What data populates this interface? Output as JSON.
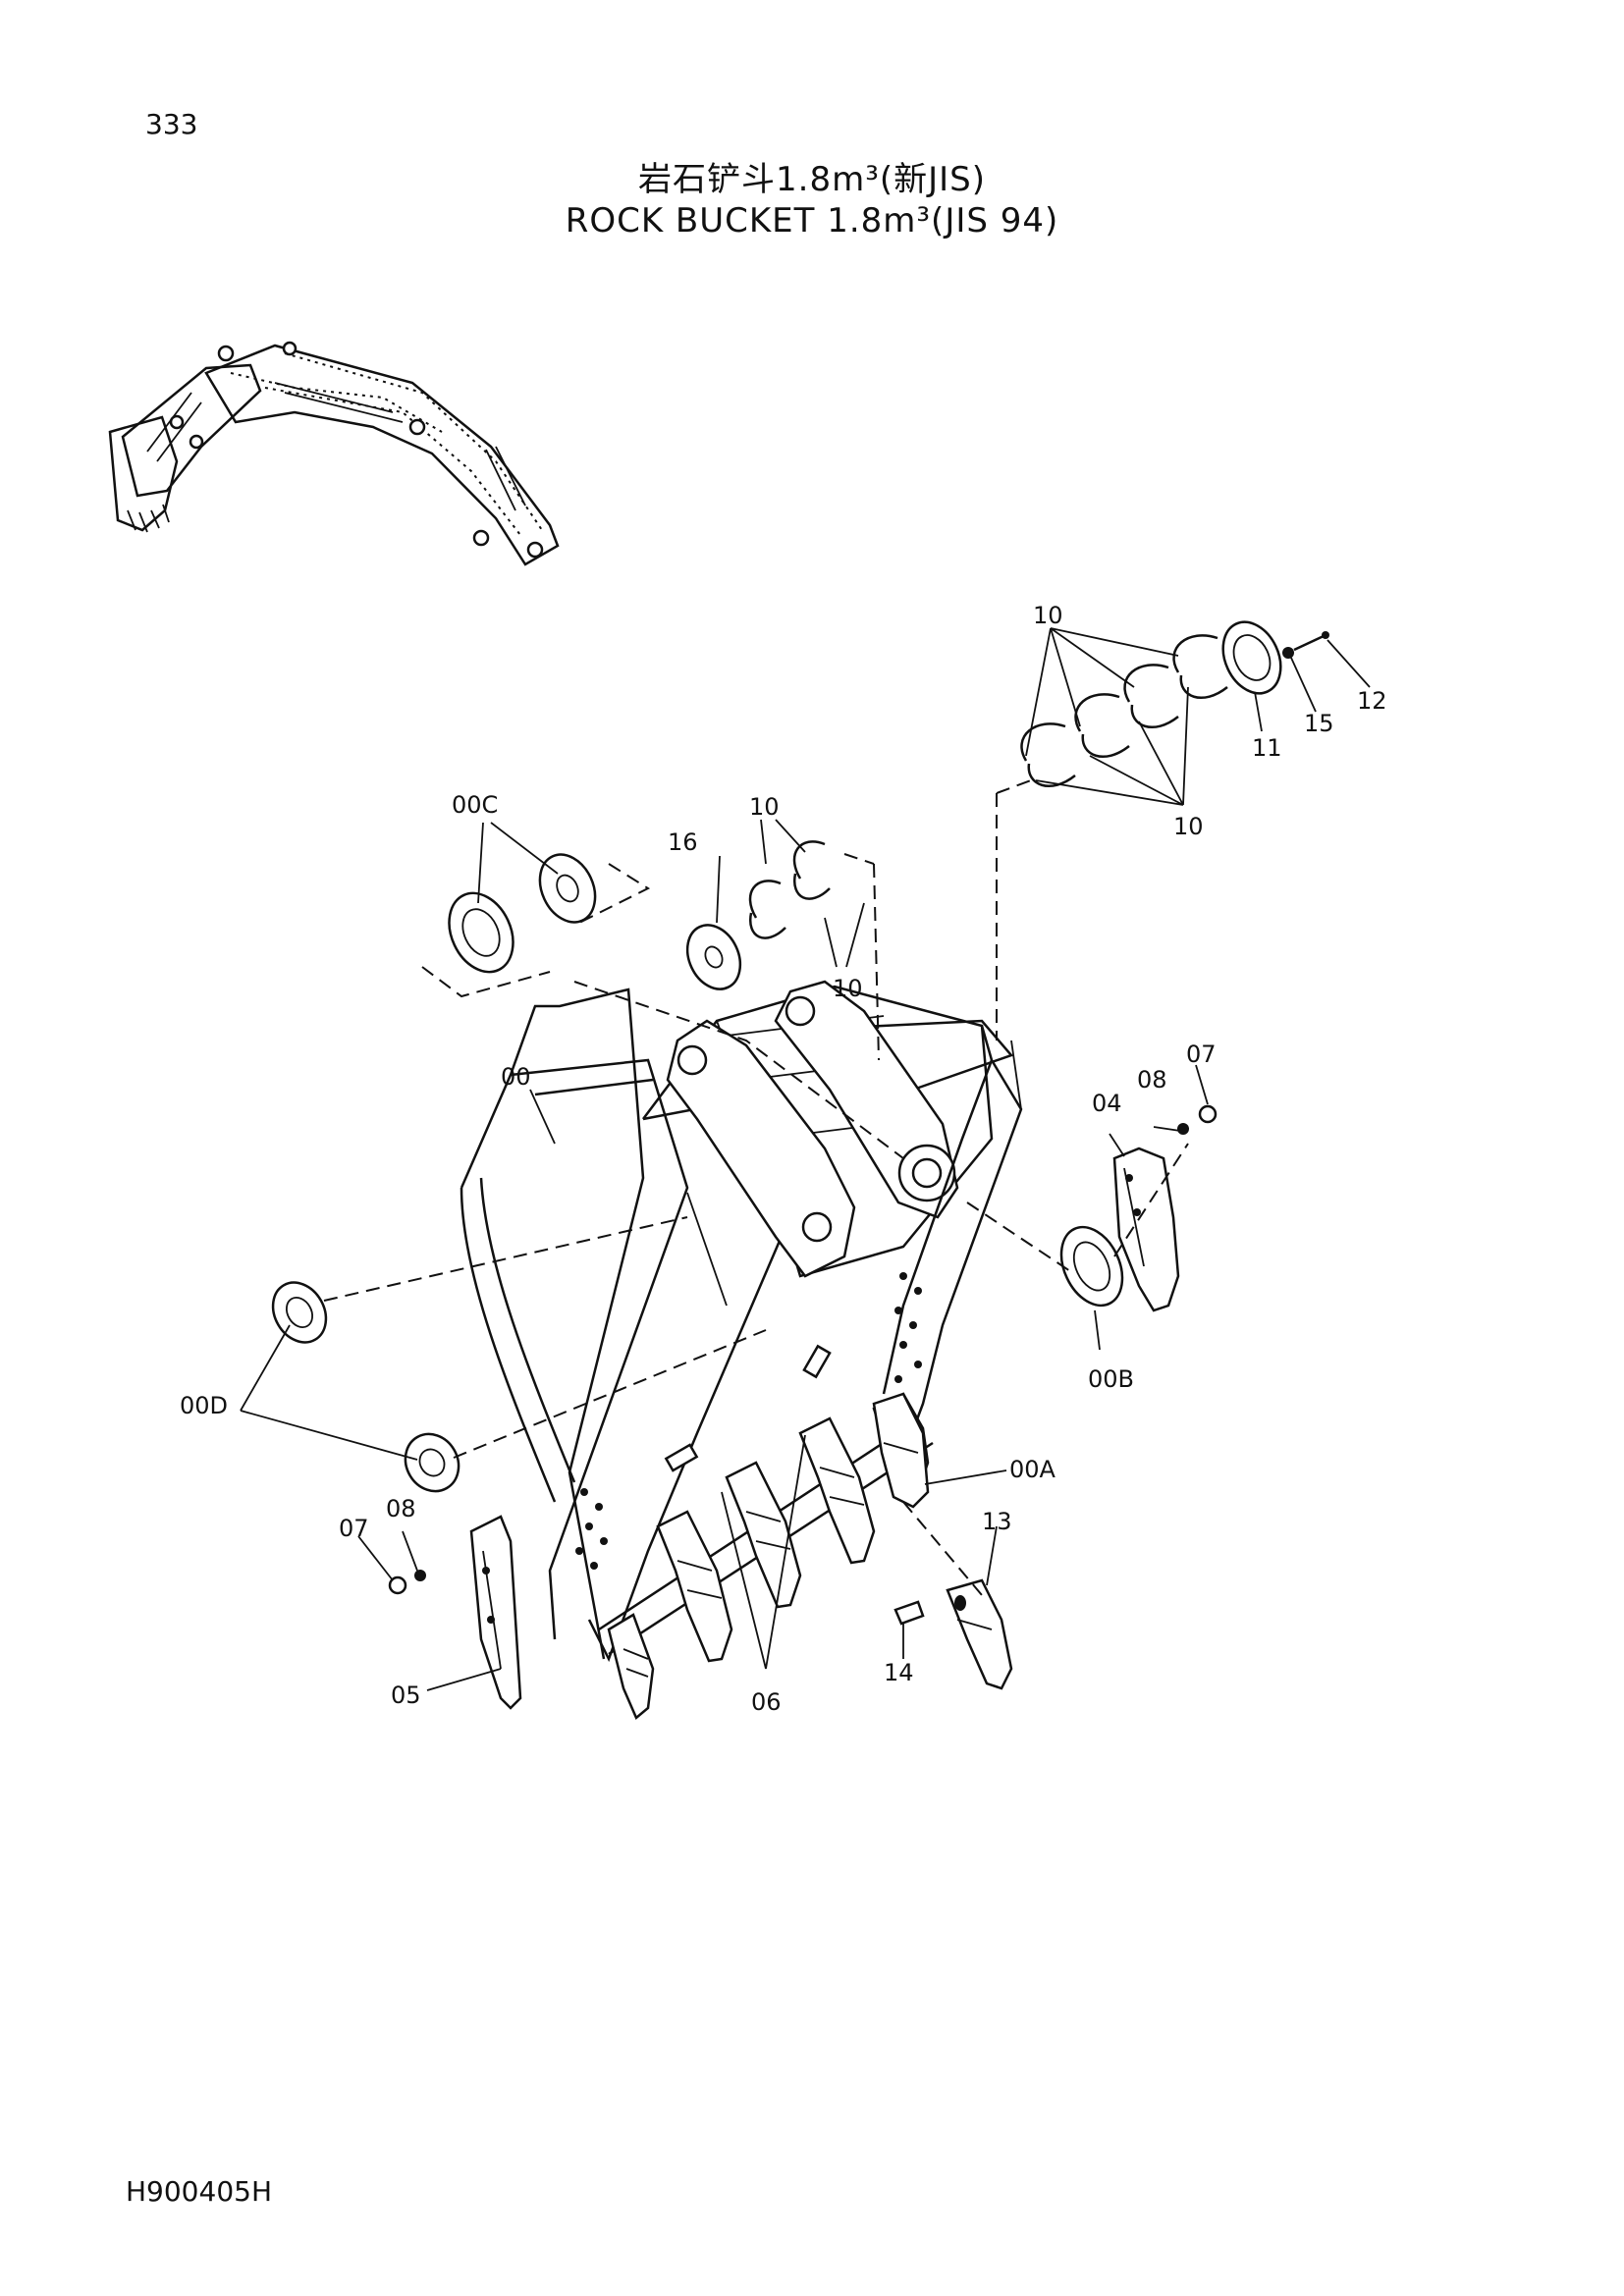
{
  "page": {
    "number": "333",
    "title_cn": "岩石铲斗1.8m³(新JIS)",
    "title_en": "ROCK BUCKET 1.8m³(JIS 94)",
    "document_code": "H900405H"
  },
  "callouts": {
    "c00": "00",
    "c00A": "00A",
    "c00B": "00B",
    "c00C": "00C",
    "c00D": "00D",
    "c04": "04",
    "c05": "05",
    "c06": "06",
    "c07a": "07",
    "c07b": "07",
    "c08a": "08",
    "c08b": "08",
    "c10a": "10",
    "c10b": "10",
    "c10c": "10",
    "c10d": "10",
    "c11": "11",
    "c12": "12",
    "c13": "13",
    "c14": "14",
    "c15": "15",
    "c16": "16"
  },
  "colors": {
    "ink": "#111111",
    "paper": "#ffffff"
  }
}
